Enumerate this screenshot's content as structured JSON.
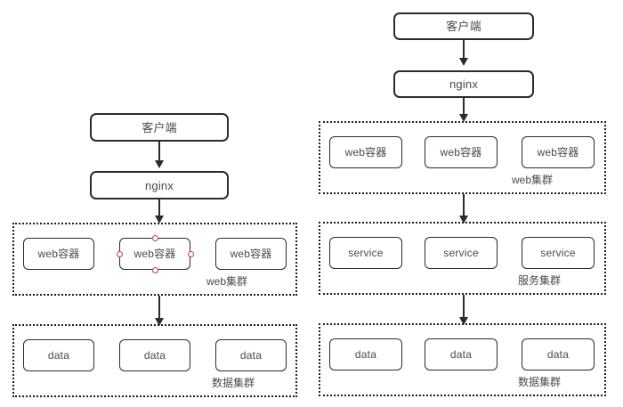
{
  "diagrams": [
    {
      "id": "left",
      "nodes": {
        "client": "客户端",
        "nginx": "nginx"
      },
      "clusters": [
        {
          "label": "web集群",
          "items": [
            "web容器",
            "web容器",
            "web容器"
          ],
          "selected_index": 1
        },
        {
          "label": "数据集群",
          "items": [
            "data",
            "data",
            "data"
          ],
          "selected_index": -1
        }
      ]
    },
    {
      "id": "right",
      "nodes": {
        "client": "客户端",
        "nginx": "nginx"
      },
      "clusters": [
        {
          "label": "web集群",
          "items": [
            "web容器",
            "web容器",
            "web容器"
          ],
          "selected_index": -1
        },
        {
          "label": "服务集群",
          "items": [
            "service",
            "service",
            "service"
          ],
          "selected_index": -1
        },
        {
          "label": "数据集群",
          "items": [
            "data",
            "data",
            "data"
          ],
          "selected_index": -1
        }
      ]
    }
  ],
  "colors": {
    "stroke": "#2b2b2b",
    "text": "#4a4a4a",
    "selection_handle": "#d8393c",
    "background": "#ffffff"
  }
}
